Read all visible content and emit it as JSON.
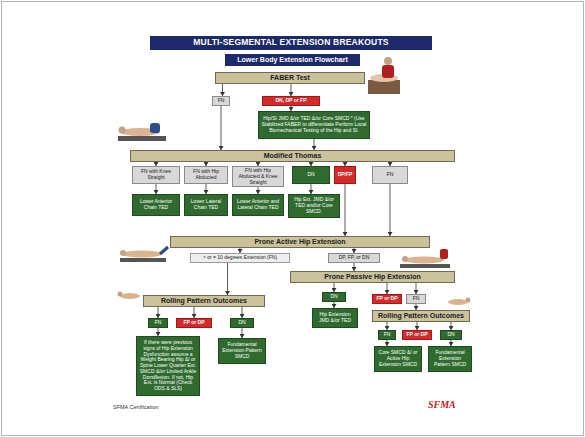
{
  "diagram": {
    "title": "MULTI-SEGMENTAL EXTENSION BREAKOUTS",
    "nodes": [
      {
        "text": [
          "Lower Body Extension Flowchart"
        ]
      },
      {
        "text": [
          "FABER Test"
        ]
      },
      {
        "text": [
          "FN"
        ]
      },
      {
        "text": [
          "DN, DP or FP"
        ]
      },
      {
        "text": [
          "Hip/SI JMD &/or TED &/or Core SMCD * (Use Stabilized FABER to differentiate Perform Local Biomechanical Testing of the Hip and SI."
        ]
      },
      {
        "text": [
          "Modified Thomas"
        ]
      },
      {
        "text": [
          "FN with Knee Straight"
        ]
      },
      {
        "text": [
          "FN with Hip Abducted"
        ]
      },
      {
        "text": [
          "FN with Hip Abducted & Knee Straight"
        ]
      },
      {
        "text": [
          "DN"
        ]
      },
      {
        "text": [
          "DP/FP"
        ]
      },
      {
        "text": [
          "FN"
        ]
      },
      {
        "text": [
          "Lower Anterior Chain TED"
        ]
      },
      {
        "text": [
          "Lower Lateral Chain TED"
        ]
      },
      {
        "text": [
          "Lower Anterior and Lateral Chain TED"
        ]
      },
      {
        "text": [
          "Hip Ext. JMD &/or TED and/or Core SMCD."
        ]
      },
      {
        "text": [
          "Prone Active Hip Extension"
        ]
      },
      {
        "text": [
          "> or = 10 degrees Extension (FN)"
        ]
      },
      {
        "text": [
          "DP, FP, or DN"
        ]
      },
      {
        "text": [
          "Prone Passive Hip Extension"
        ]
      },
      {
        "text": [
          "Rolling Pattern Outcomes"
        ]
      },
      {
        "text": [
          "DN"
        ]
      },
      {
        "text": [
          "FP or DP"
        ]
      },
      {
        "text": [
          "FN"
        ]
      },
      {
        "text": [
          "FN"
        ]
      },
      {
        "text": [
          "FP or DP"
        ]
      },
      {
        "text": [
          "DN"
        ]
      },
      {
        "text": [
          "Hip Extension JMD &/or TED"
        ]
      },
      {
        "text": [
          "Rolling Pattern Outcomes"
        ]
      },
      {
        "text": [
          "If there were previous signs of Hip Extension Dysfunction assume a Weight Bearing Hip &/ or Spine Lower Quarter Ext. SMCD &/or Limited Ankle Dorsiflexion. If not, Hip Ext. is Normal (Check ODS & SLS)"
        ]
      },
      {
        "text": [
          "Fundamental Extension Pattern SMCD"
        ]
      },
      {
        "text": [
          "FN"
        ]
      },
      {
        "text": [
          "FP or DP"
        ]
      },
      {
        "text": [
          "DN"
        ]
      },
      {
        "text": [
          "Core SMCD &/ or Active Hip Extension SMCD"
        ]
      },
      {
        "text": [
          "Fundamental Extension Pattern SMCD"
        ]
      }
    ],
    "edges": [
      {
        "from": 1,
        "to": 2,
        "arrow": "to"
      },
      {
        "from": 1,
        "to": 3,
        "arrow": "to"
      },
      {
        "from": 3,
        "to": 4,
        "arrow": "to"
      },
      {
        "from": 2,
        "to": 5,
        "arrow": "to"
      },
      {
        "from": 4,
        "to": 5,
        "arrow": "to"
      },
      {
        "from": 5,
        "to": 6,
        "arrow": "to"
      },
      {
        "from": 5,
        "to": 7,
        "arrow": "to"
      },
      {
        "from": 5,
        "to": 8,
        "arrow": "to"
      },
      {
        "from": 5,
        "to": 9,
        "arrow": "to"
      },
      {
        "from": 5,
        "to": 10,
        "arrow": "to"
      },
      {
        "from": 5,
        "to": 11,
        "arrow": "to"
      },
      {
        "from": 6,
        "to": 12,
        "arrow": "to"
      },
      {
        "from": 7,
        "to": 13,
        "arrow": "to"
      },
      {
        "from": 8,
        "to": 14,
        "arrow": "to"
      },
      {
        "from": 9,
        "to": 15,
        "arrow": "to"
      },
      {
        "from": 10,
        "to": 16,
        "arrow": "to"
      },
      {
        "from": 11,
        "to": 16,
        "arrow": "to"
      },
      {
        "from": 16,
        "to": 17,
        "arrow": "to"
      },
      {
        "from": 16,
        "to": 18,
        "arrow": "to"
      },
      {
        "from": 17,
        "to": 20,
        "arrow": "to"
      },
      {
        "from": 18,
        "to": 19,
        "arrow": "to"
      },
      {
        "from": 19,
        "to": 21,
        "arrow": "to"
      },
      {
        "from": 19,
        "to": 22,
        "arrow": "to"
      },
      {
        "from": 19,
        "to": 23,
        "arrow": "to"
      },
      {
        "from": 20,
        "to": 24,
        "arrow": "to"
      },
      {
        "from": 20,
        "to": 25,
        "arrow": "to"
      },
      {
        "from": 20,
        "to": 26,
        "arrow": "to"
      },
      {
        "from": 21,
        "to": 27,
        "arrow": "to"
      },
      {
        "from": 23,
        "to": 28,
        "arrow": "to"
      },
      {
        "from": 24,
        "to": 29,
        "arrow": "to"
      },
      {
        "from": 26,
        "to": 30,
        "arrow": "to"
      },
      {
        "from": 28,
        "to": 31,
        "arrow": "to"
      },
      {
        "from": 28,
        "to": 32,
        "arrow": "to"
      },
      {
        "from": 28,
        "to": 33,
        "arrow": "to"
      },
      {
        "from": 31,
        "to": 34,
        "arrow": "to"
      },
      {
        "from": 33,
        "to": 35,
        "arrow": "to"
      }
    ],
    "labels": [
      "SFMA Certification",
      "SFMA"
    ]
  }
}
